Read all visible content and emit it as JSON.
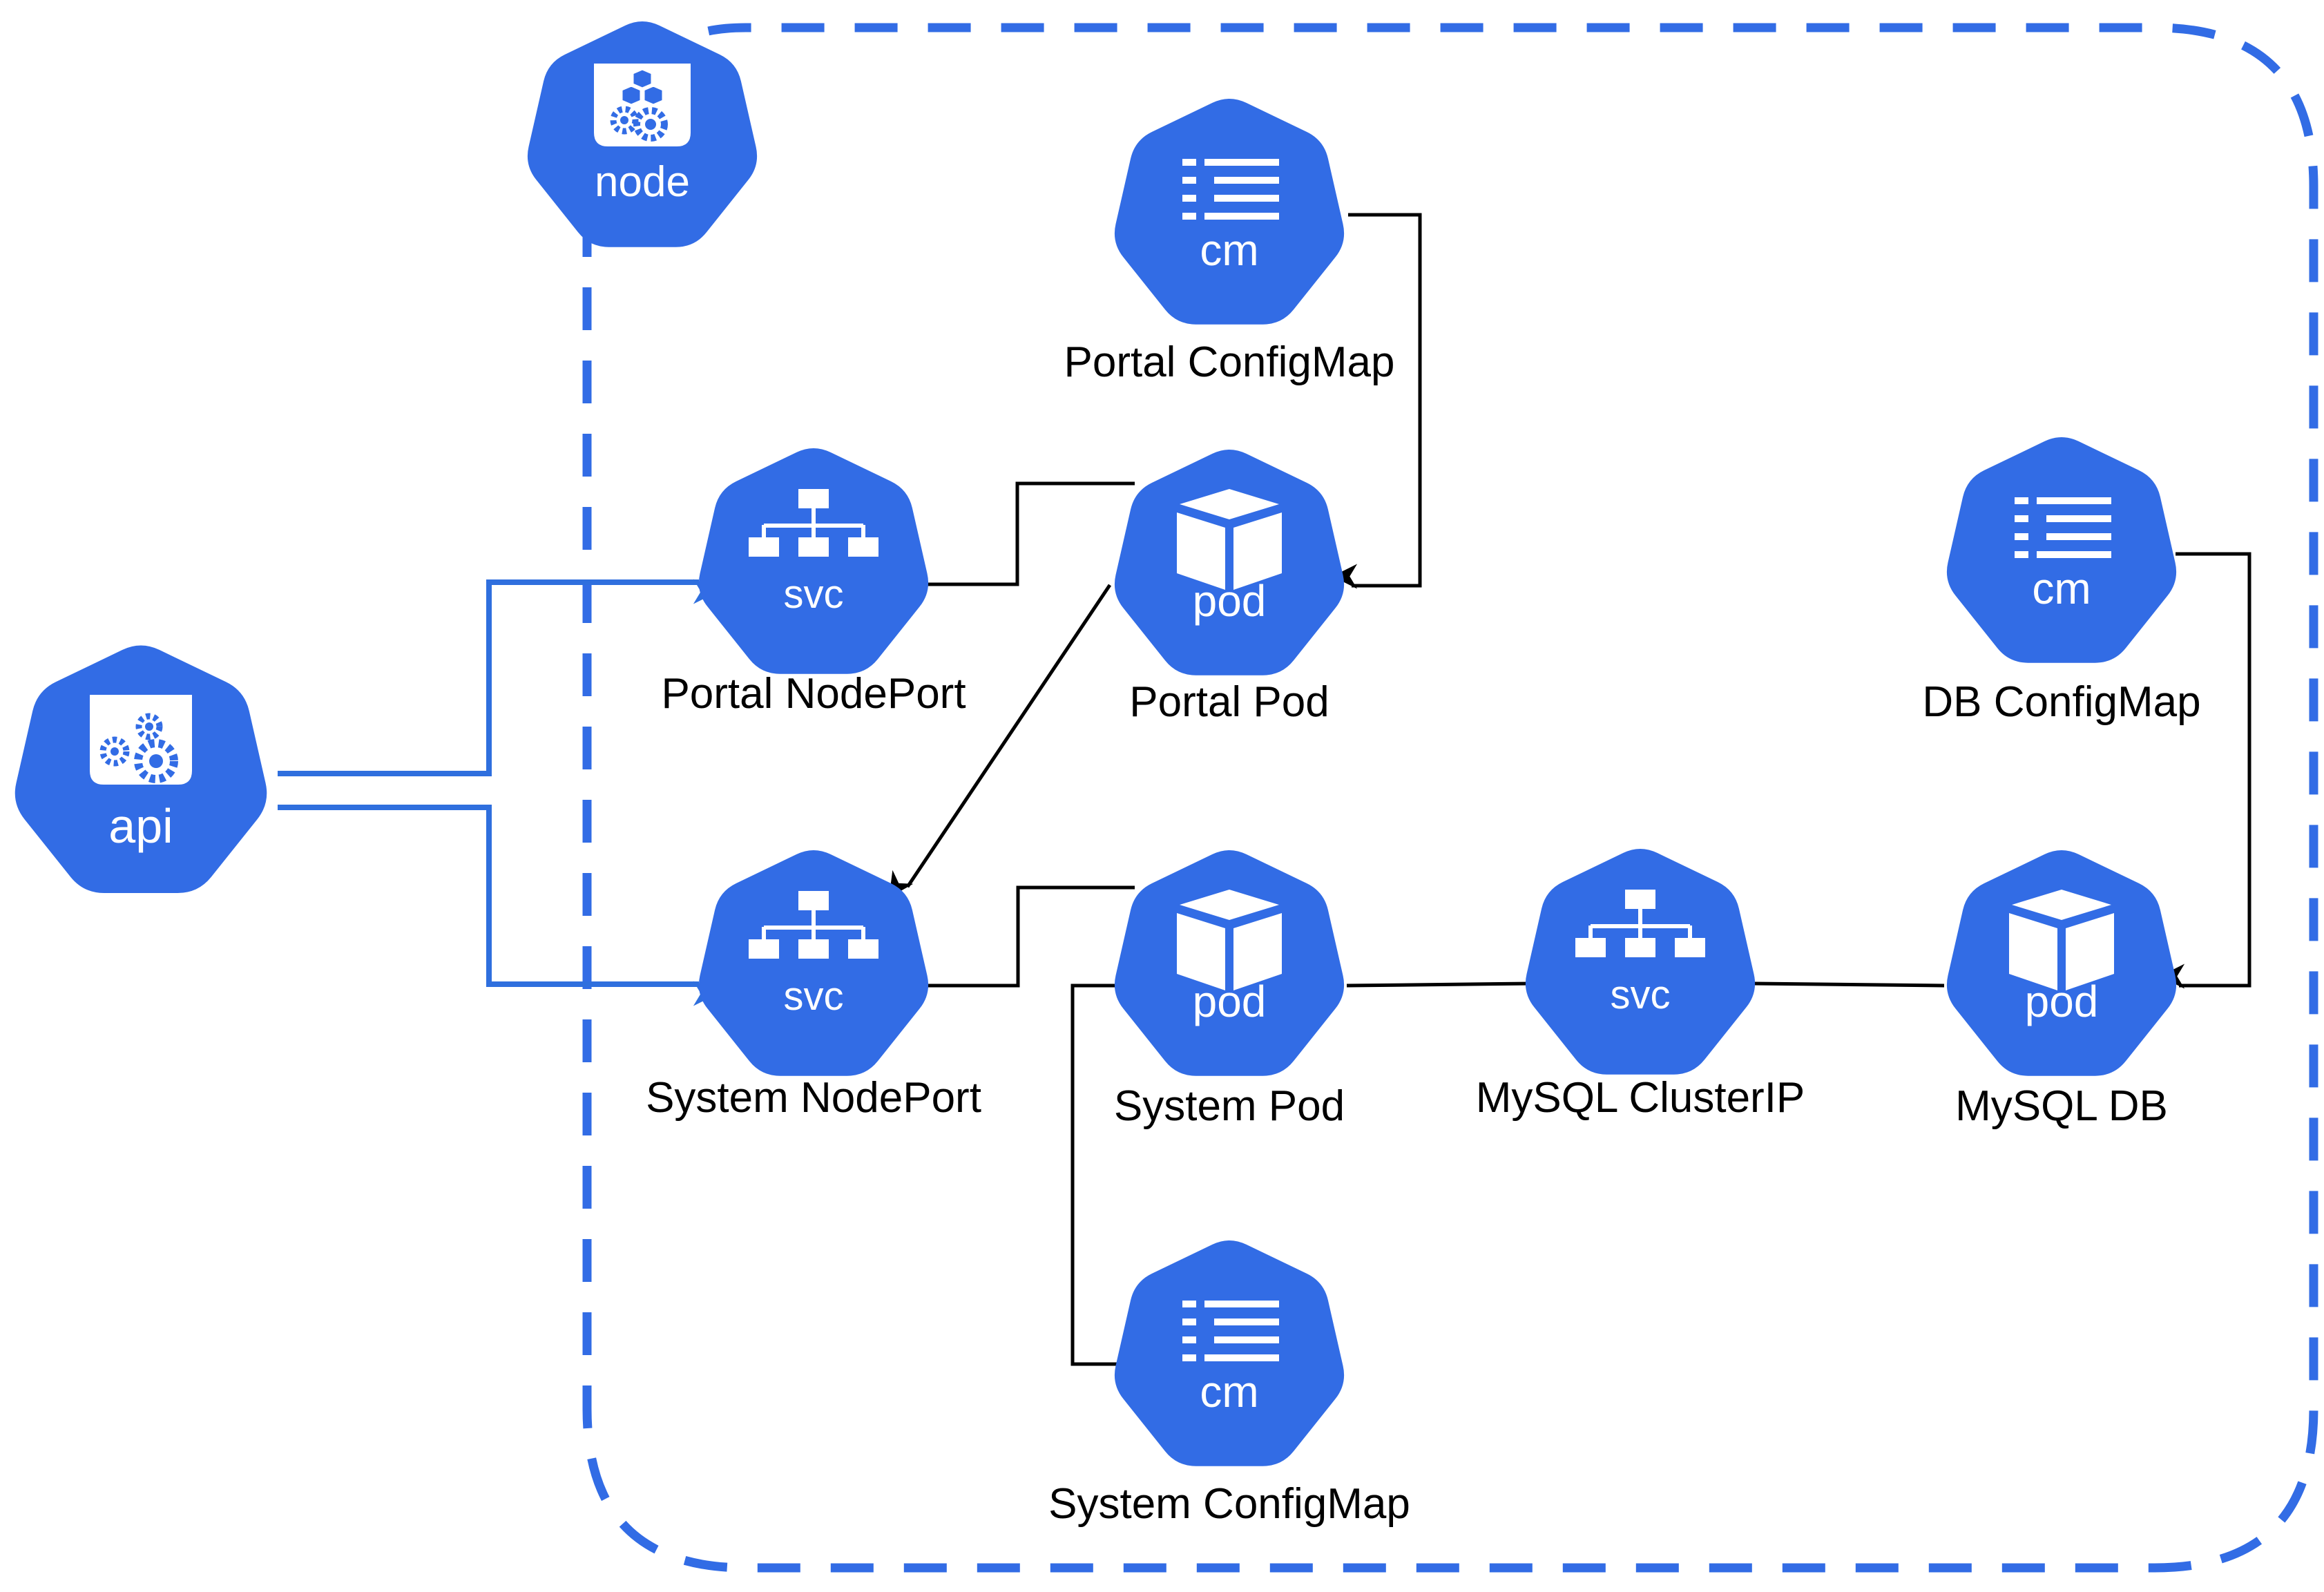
{
  "colors": {
    "k8s_blue": "#326CE5",
    "link_blue": "#2F6FDE",
    "edge": "#000000",
    "icon_fill": "#ffffff"
  },
  "boundary": {
    "label": "node",
    "icon": "node-icon",
    "style": "dashed-rounded"
  },
  "external": {
    "id": "api",
    "icon_text": "api",
    "icon": "api-gears-icon"
  },
  "nodes": [
    {
      "id": "portal-configmap",
      "kind": "cm",
      "icon_text": "cm",
      "label": "Portal ConfigMap"
    },
    {
      "id": "portal-nodeport",
      "kind": "svc",
      "icon_text": "svc",
      "label": "Portal NodePort"
    },
    {
      "id": "portal-pod",
      "kind": "pod",
      "icon_text": "pod",
      "label": "Portal Pod"
    },
    {
      "id": "db-configmap",
      "kind": "cm",
      "icon_text": "cm",
      "label": "DB ConfigMap"
    },
    {
      "id": "system-nodeport",
      "kind": "svc",
      "icon_text": "svc",
      "label": "System NodePort"
    },
    {
      "id": "system-pod",
      "kind": "pod",
      "icon_text": "pod",
      "label": "System Pod"
    },
    {
      "id": "mysql-clusterip",
      "kind": "svc",
      "icon_text": "svc",
      "label": "MySQL ClusterIP"
    },
    {
      "id": "mysql-db",
      "kind": "pod",
      "icon_text": "pod",
      "label": "MySQL DB"
    },
    {
      "id": "system-configmap",
      "kind": "cm",
      "icon_text": "cm",
      "label": "System ConfigMap"
    }
  ],
  "edges": [
    {
      "from": "api",
      "to": "portal-nodeport",
      "arrow": true,
      "color": "blue"
    },
    {
      "from": "api",
      "to": "system-nodeport",
      "arrow": true,
      "color": "blue"
    },
    {
      "from": "portal-nodeport",
      "to": "portal-pod",
      "arrow": false,
      "color": "black"
    },
    {
      "from": "portal-configmap",
      "to": "portal-pod",
      "arrow": true,
      "color": "black"
    },
    {
      "from": "portal-pod",
      "to": "system-nodeport",
      "arrow": true,
      "color": "black"
    },
    {
      "from": "system-nodeport",
      "to": "system-pod",
      "arrow": false,
      "color": "black"
    },
    {
      "from": "system-pod",
      "to": "mysql-clusterip",
      "arrow": false,
      "color": "black"
    },
    {
      "from": "mysql-clusterip",
      "to": "mysql-db",
      "arrow": false,
      "color": "black"
    },
    {
      "from": "db-configmap",
      "to": "mysql-db",
      "arrow": true,
      "color": "black"
    },
    {
      "from": "system-configmap",
      "to": "system-pod",
      "arrow": false,
      "color": "black"
    }
  ]
}
